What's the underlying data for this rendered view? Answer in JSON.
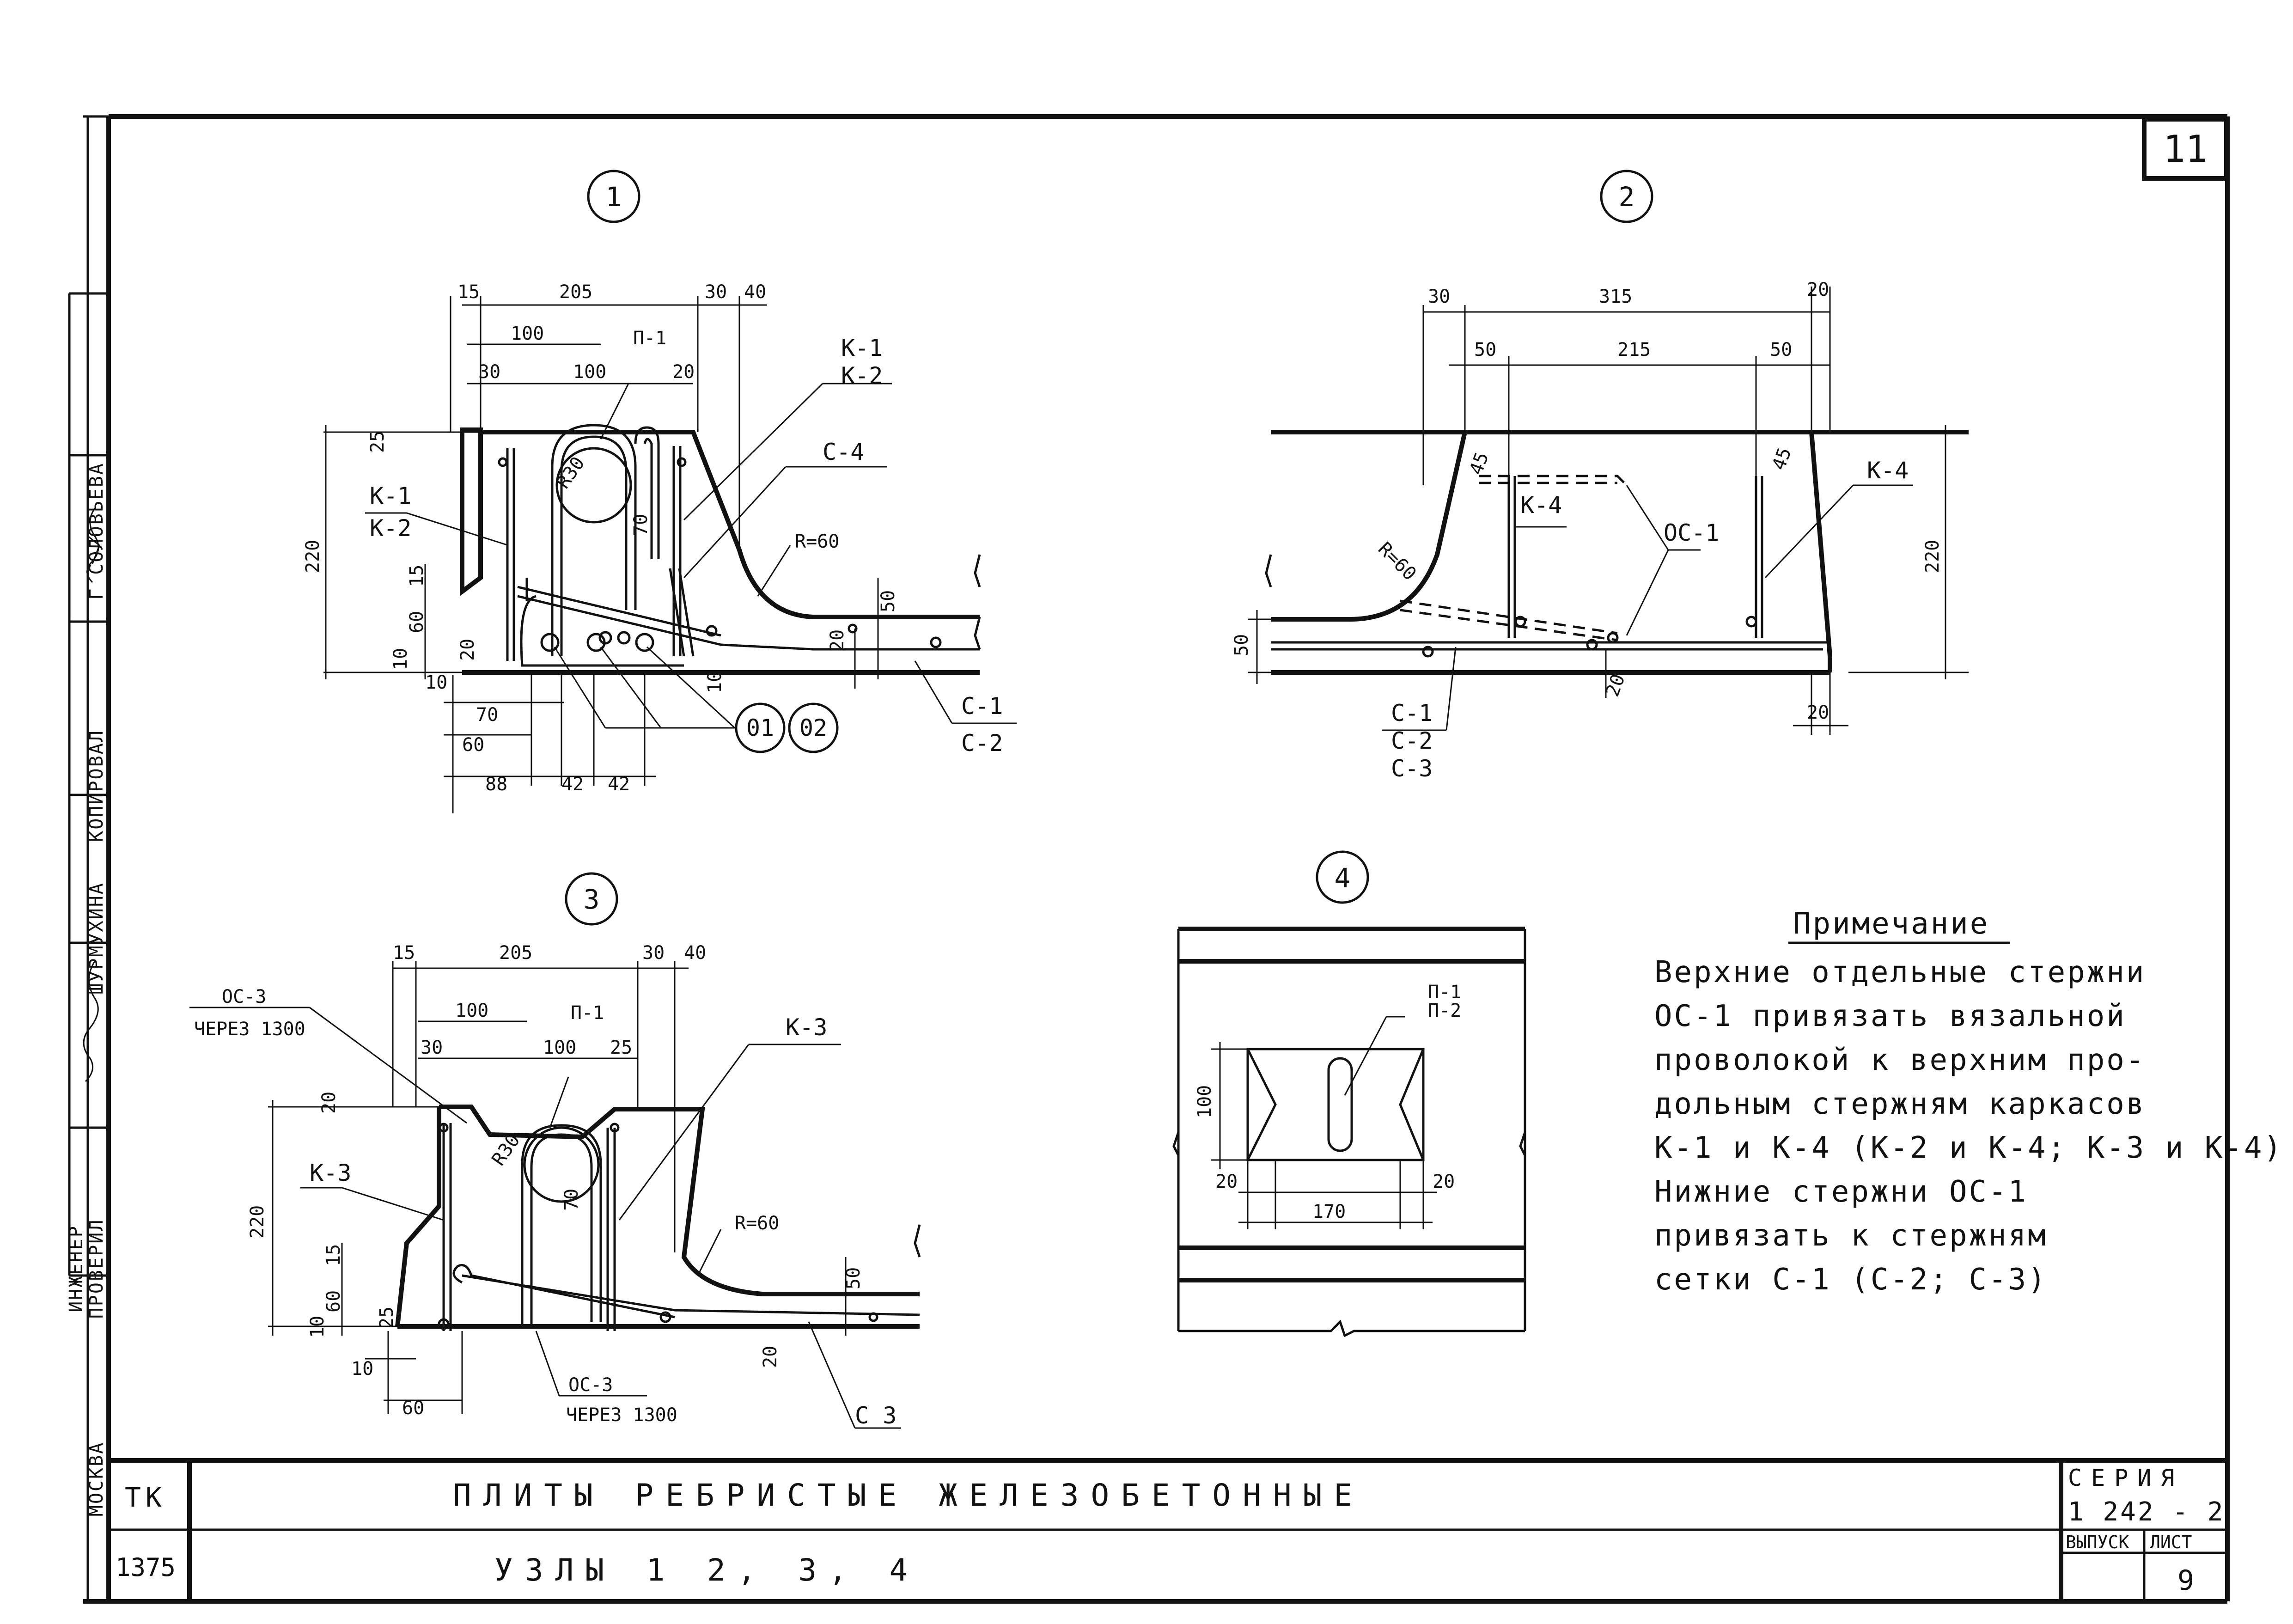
{
  "sheet": {
    "number": "11",
    "page_label": "ЛИСТ",
    "page": "9",
    "series_label": "СЕРИЯ",
    "series": "1 242 - 2",
    "issue_label": "ВЫПУСК"
  },
  "title_block": {
    "org": "ТК",
    "code": "1375",
    "title": "ПЛИТЫ РЕБРИСТЫЕ ЖЕЛЕЗОБЕТОННЫЕ",
    "subtitle": "УЗЛЫ 1 2, 3, 4",
    "city": "МОСКВА"
  },
  "signatures": {
    "checked_role": "ПРОВЕРИЛ",
    "engineer": "ИНЖЕНЕР",
    "traced_role": "КОПИРОВАЛ",
    "shurmukhina": "ШУРМУХИНА",
    "soloveva": "Г СОЛОВЬЕВА"
  },
  "node1": {
    "tag": "1",
    "dims_top": [
      "15",
      "205",
      "30",
      "40",
      "100",
      "П-1",
      "30",
      "100",
      "20"
    ],
    "labels": [
      "К-1",
      "К-2",
      "К-1",
      "К-2",
      "С-4",
      "R=60",
      "R30",
      "С-1",
      "С-2",
      "01",
      "02"
    ],
    "dims_side": [
      "25",
      "220",
      "15",
      "60",
      "10",
      "10",
      "20",
      "70",
      "50",
      "20",
      "10"
    ],
    "dims_bottom": [
      "70",
      "60",
      "88",
      "42",
      "42"
    ]
  },
  "node2": {
    "tag": "2",
    "dims_top": [
      "30",
      "315",
      "20",
      "50",
      "215",
      "50"
    ],
    "labels": [
      "К-4",
      "К-4",
      "ОС-1",
      "R=60",
      "С-1",
      "С-2",
      "С-3"
    ],
    "dims_side": [
      "45",
      "45",
      "220",
      "50",
      "20",
      "20"
    ]
  },
  "node3": {
    "tag": "3",
    "dims_top": [
      "15",
      "205",
      "30",
      "40",
      "100",
      "П-1",
      "30",
      "100",
      "25"
    ],
    "labels": [
      "ОС-3",
      "ЧЕРЕЗ 1300",
      "К-3",
      "К-3",
      "R30",
      "R=60",
      "ОС-3",
      "ЧЕРЕЗ 1300",
      "С 3"
    ],
    "dims_side": [
      "20",
      "220",
      "15",
      "60",
      "10",
      "25",
      "70",
      "50",
      "20",
      "10",
      "60"
    ]
  },
  "node4": {
    "tag": "4",
    "labels": [
      "П-1",
      "П-2"
    ],
    "dims": [
      "100",
      "20",
      "170",
      "20"
    ]
  },
  "note": {
    "heading": "Примечание",
    "lines": [
      "Верхние отдельные стержни",
      "ОС-1 привязать вязальной",
      "проволокой к верхним про-",
      "дольным стержням каркасов",
      "К-1 и К-4 (К-2 и К-4; К-3 и К-4)",
      "Нижние стержни ОС-1",
      "привязать к стержням",
      "сетки С-1 (С-2; С-3)"
    ]
  }
}
